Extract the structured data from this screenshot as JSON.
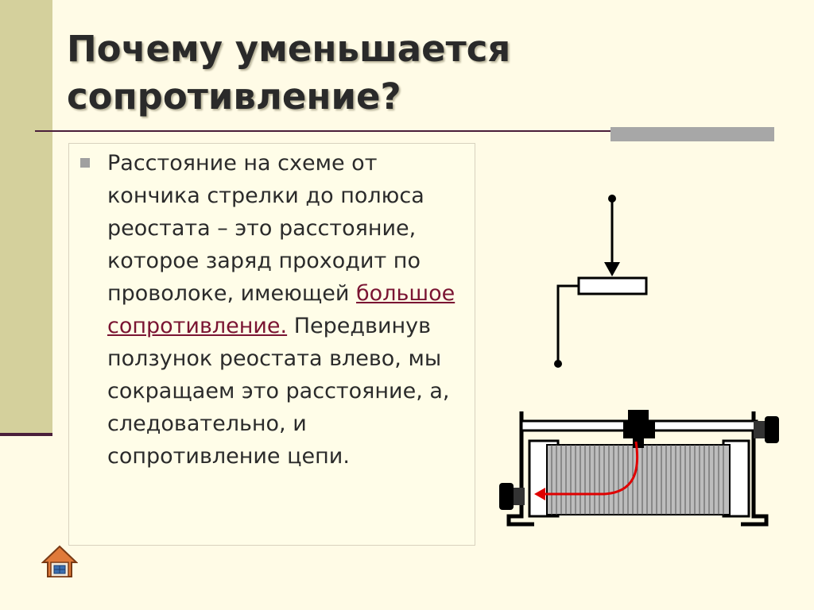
{
  "slide": {
    "title": "Почему уменьшается сопротивление?",
    "bullet": {
      "part1": "Расстояние на схеме от кончика стрелки до полюса реостата – это расстояние, которое заряд проходит по проволоке, имеющей ",
      "link_text": "большое сопротивление.",
      "part2": " Передвинув ползунок реостата влево, мы сокращаем это расстояние, а, следовательно, и сопротивление цепи."
    }
  },
  "navigation": {
    "home_icon": "home-icon"
  },
  "colors": {
    "background": "#fffbe6",
    "left_band": "#d4d09c",
    "rule": "#4a1e3a",
    "accent_bar": "#a7a7a7",
    "link": "#7a1432",
    "red_arrow": "#e00000"
  }
}
